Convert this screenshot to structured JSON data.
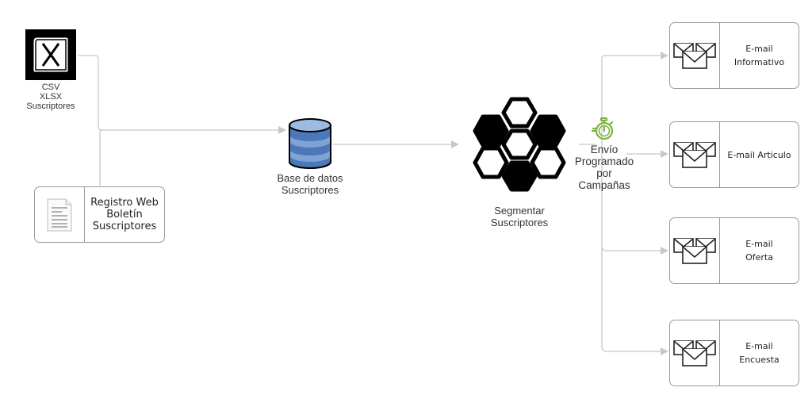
{
  "nodes": {
    "import_file": {
      "icon": "excel-x-icon",
      "lines": [
        "CSV",
        "XLSX",
        "Suscriptores"
      ]
    },
    "web_form": {
      "icon": "document-icon",
      "lines": [
        "Registro Web",
        "Boletín",
        "Suscriptores"
      ]
    },
    "database": {
      "icon": "database-icon",
      "lines": [
        "Base de datos",
        "Suscriptores"
      ]
    },
    "segment": {
      "icon": "hexagon-cluster-icon",
      "lines": [
        "Segmentar",
        "Suscriptores"
      ]
    },
    "scheduler": {
      "icon": "stopwatch-icon",
      "lines": [
        "Envío",
        "Programado",
        "por",
        "Campañas"
      ],
      "accent": "#7cb342"
    }
  },
  "emails": [
    {
      "icon": "envelopes-icon",
      "lines": [
        "E-mail",
        "Informativo"
      ]
    },
    {
      "icon": "envelopes-icon",
      "lines": [
        "E-mail Articulo"
      ]
    },
    {
      "icon": "envelopes-icon",
      "lines": [
        "E-mail",
        "Oferta"
      ]
    },
    {
      "icon": "envelopes-icon",
      "lines": [
        "E-mail",
        "Encuesta"
      ]
    }
  ],
  "colors": {
    "connector": "#c8c8c8",
    "db_blue": "#4a78b8",
    "db_light": "#7fa3d4",
    "clock_green": "#7cb342"
  }
}
